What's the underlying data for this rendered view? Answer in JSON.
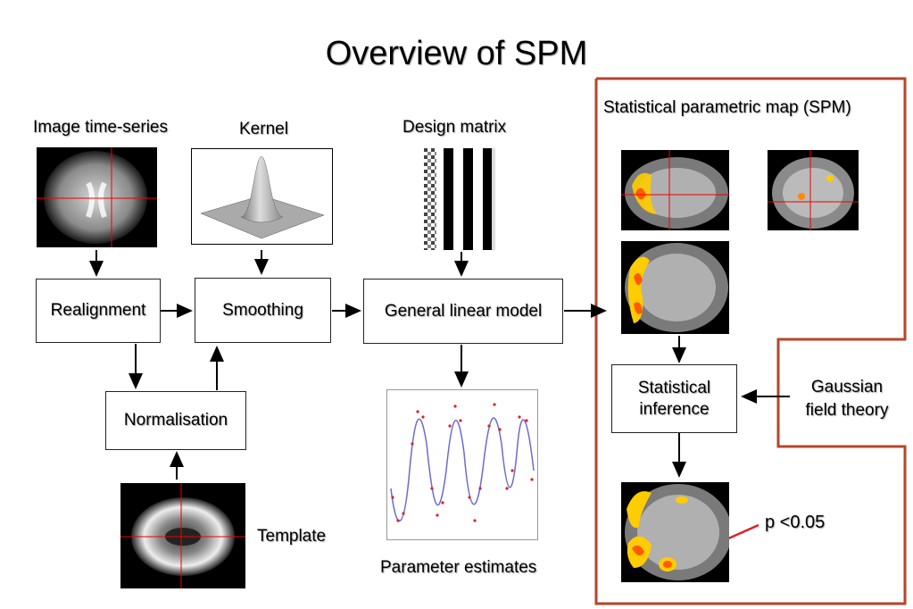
{
  "title": "Overview of SPM",
  "colors": {
    "accent_border": "#b5462a",
    "arrow": "#000000",
    "highlight_arrow": "#e02020",
    "blob": "#ffcc00"
  },
  "labels": {
    "image_time_series": "Image time-series",
    "kernel": "Kernel",
    "design_matrix": "Design matrix",
    "spm_map": "Statistical parametric map (SPM)",
    "template": "Template",
    "parameter_estimates": "Parameter estimates",
    "gaussian": [
      "Gaussian",
      "field theory"
    ],
    "p_value": "p <0.05"
  },
  "boxes": {
    "realignment": "Realignment",
    "smoothing": "Smoothing",
    "glm": "General linear model",
    "normalisation": "Normalisation",
    "inference": [
      "Statistical",
      "inference"
    ]
  },
  "icons": [
    "brain-scan-icon",
    "gaussian-kernel-icon",
    "design-matrix-icon",
    "template-brain-icon",
    "fitted-curve-icon",
    "brain-activation-icon"
  ]
}
